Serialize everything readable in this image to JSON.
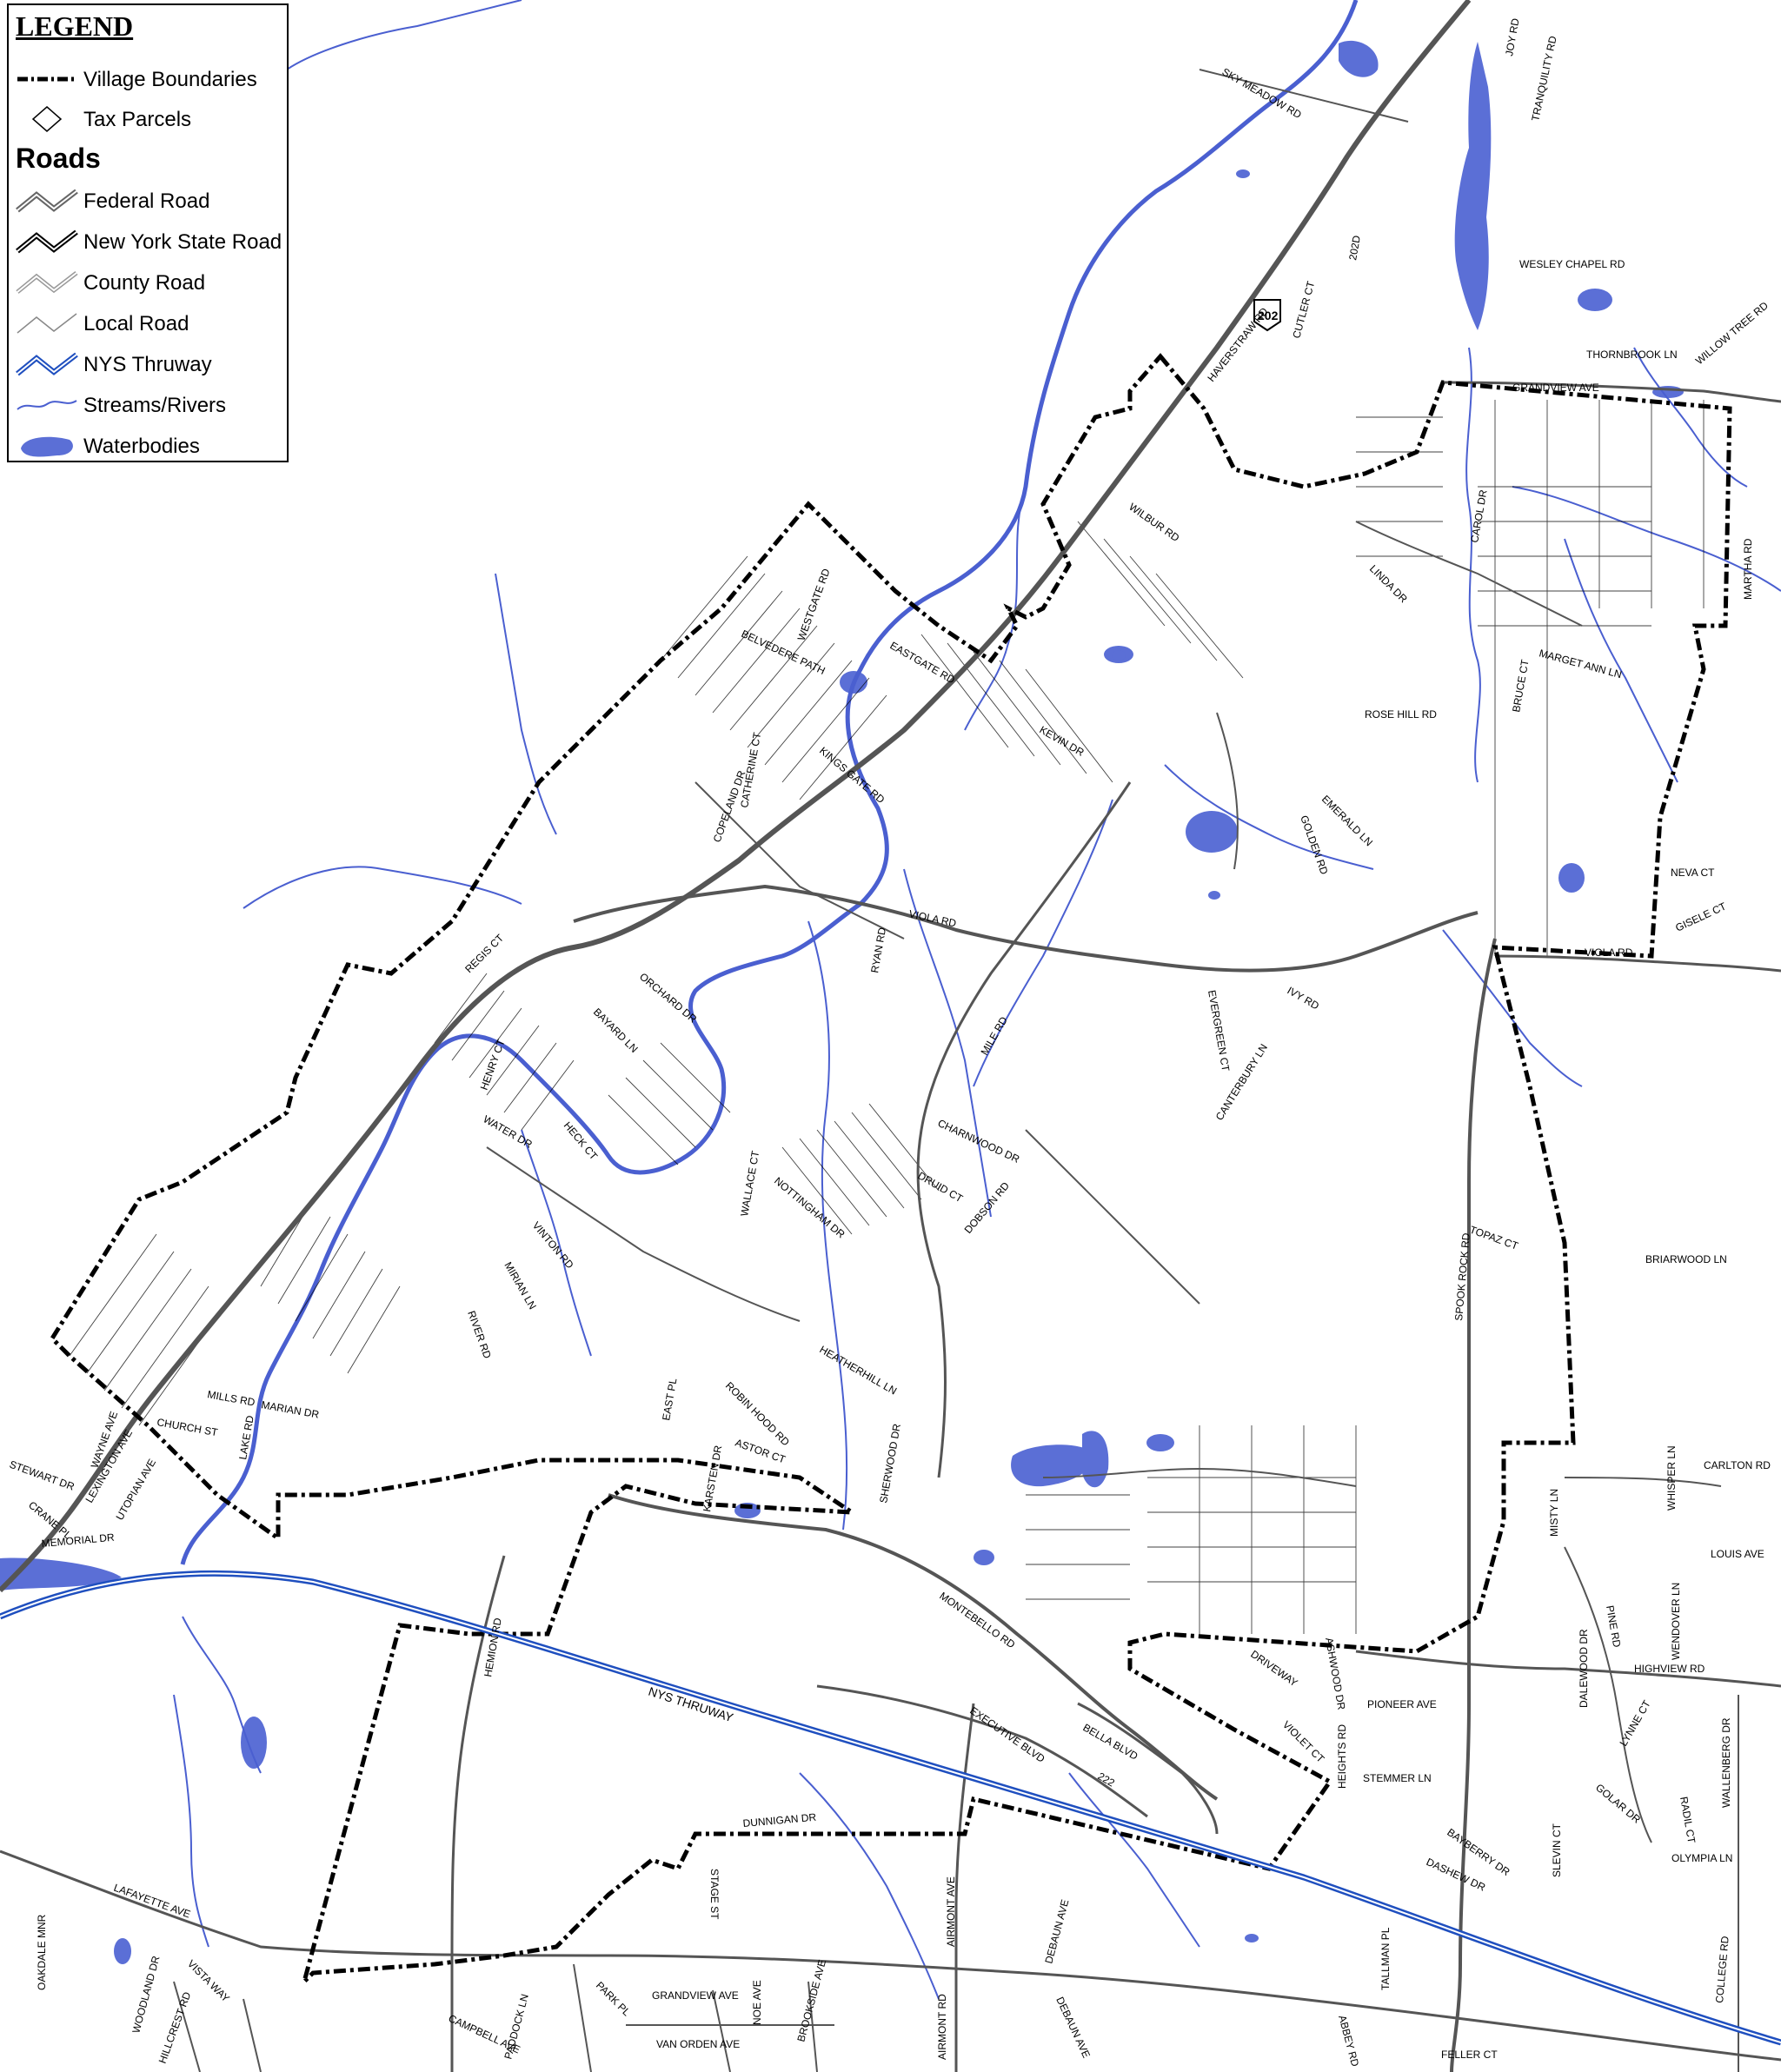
{
  "legend": {
    "title": "LEGEND",
    "roads_heading": "Roads",
    "items": [
      {
        "label": "Village Boundaries",
        "icon": "village-boundary-symbol"
      },
      {
        "label": "Tax Parcels",
        "icon": "tax-parcel-symbol"
      },
      {
        "label": "Federal Road",
        "icon": "federal-road-symbol"
      },
      {
        "label": "New York State Road",
        "icon": "state-road-symbol"
      },
      {
        "label": "County Road",
        "icon": "county-road-symbol"
      },
      {
        "label": "Local Road",
        "icon": "local-road-symbol"
      },
      {
        "label": "NYS Thruway",
        "icon": "thruway-symbol"
      },
      {
        "label": "Streams/Rivers",
        "icon": "stream-symbol"
      },
      {
        "label": "Waterbodies",
        "icon": "waterbody-symbol"
      }
    ]
  },
  "colors": {
    "water": "#5b6fd6",
    "stream": "#4a5fd0",
    "thruway": "#1f4fbf",
    "boundary": "#000000",
    "road": "#555555"
  },
  "route_shield": "202",
  "road_labels": {
    "haverstraw": "HAVERSTRAW RD",
    "r202d": "202D",
    "cutler": "CUTLER CT",
    "sky_meadow": "SKY MEADOW RD",
    "joy": "JOY RD",
    "tranquility": "TRANQUILITY RD",
    "wesley": "WESLEY CHAPEL RD",
    "thornbrook": "THORNBROOK LN",
    "willow_tree": "WILLOW TREE RD",
    "grandview_n": "GRANDVIEW AVE",
    "martha": "MARTHA RD",
    "wilbur": "WILBUR RD",
    "carol": "CAROL DR",
    "linda": "LINDA DR",
    "marget_ann": "MARGET ANN LN",
    "bruce": "BRUCE CT",
    "rose_hill": "ROSE HILL RD",
    "emerald": "EMERALD LN",
    "golden": "GOLDEN RD",
    "neva": "NEVA CT",
    "gisele": "GISELE CT",
    "viola_e": "VIOLA RD",
    "westgate": "WESTGATE RD",
    "belvedere": "BELVEDERE PATH",
    "eastgate": "EASTGATE RD",
    "kevin": "KEVIN DR",
    "catherine": "CATHERINE CT",
    "kings_gate": "KINGS GATE RD",
    "copeland": "COPELAND DR",
    "viola": "VIOLA RD",
    "regis": "REGIS CT",
    "orchard": "ORCHARD DR",
    "bayard": "BAYARD LN",
    "ryan": "RYAN RD",
    "evergreen": "EVERGREEN CT",
    "ivy": "IVY RD",
    "mile": "MILE RD",
    "canterbury": "CANTERBURY LN",
    "henry": "HENRY CT",
    "heck": "HECK CT",
    "water_dr": "WATER DR",
    "charnwood": "CHARNWOOD DR",
    "druid": "DRUID CT",
    "dobson": "DOBSON RD",
    "nottingham": "NOTTINGHAM DR",
    "wallace": "WALLACE CT",
    "vinton": "VINTON RD",
    "mirian": "MIRIAN LN",
    "river": "RIVER RD",
    "heatherhill": "HEATHERHILL LN",
    "robin_hood": "ROBIN HOOD RD",
    "east_pl": "EAST PL",
    "karsten": "KARSTEN DR",
    "astor": "ASTOR CT",
    "sherwood": "SHERWOOD DR",
    "mills": "MILLS RD",
    "marian": "MARIAN DR",
    "church": "CHURCH ST",
    "lake": "LAKE RD",
    "wayne": "WAYNE AVE",
    "lexington": "LEXINGTON AVE",
    "utopian": "UTOPIAN AVE",
    "stewart": "STEWART DR",
    "crane": "CRANE PL",
    "memorial": "MEMORIAL DR",
    "topaz": "TOPAZ CT",
    "briarwood": "BRIARWOOD LN",
    "spook_rock": "SPOOK ROCK RD",
    "misty": "MISTY LN",
    "whisper": "WHISPER LN",
    "carlton": "CARLTON RD",
    "louis": "LOUIS AVE",
    "pine": "PINE RD",
    "wendover": "WENDOVER LN",
    "highview": "HIGHVIEW RD",
    "dalewood": "DALEWOOD DR",
    "lynne": "LYNNE CT",
    "wallenberg": "WALLENBERG DR",
    "radil": "RADIL CT",
    "golar": "GOLAR DR",
    "olympia": "OLYMPIA LN",
    "slevin": "SLEVIN CT",
    "bayberry": "BAYBERRY DR",
    "dashew": "DASHEW DR",
    "stemmer": "STEMMER LN",
    "pioneer": "PIONEER AVE",
    "heights": "HEIGHTS RD",
    "violet": "VIOLET CT",
    "ashwood": "ASHWOOD DR",
    "montebello": "MONTEBELLO RD",
    "driveway": "DRIVEWAY",
    "executive": "EXECUTIVE BLVD",
    "bella": "BELLA BLVD",
    "r222": "222",
    "thruway": "NYS THRUWAY",
    "hemion": "HEMION RD",
    "dunnigan": "DUNNIGAN DR",
    "stage": "STAGE ST",
    "airmont_ave": "AIRMONT AVE",
    "debaun_ave": "DEBAUN AVE",
    "lafayette": "LAFAYETTE AVE",
    "oakdale": "OAKDALE MNR",
    "woodland": "WOODLAND DR",
    "vista": "VISTA WAY",
    "hillcrest": "HILLCREST RD",
    "campbell": "CAMPBELL AVE",
    "paddock": "PADDOCK LN",
    "park": "PARK PL",
    "grandview_s": "GRANDVIEW AVE",
    "noe": "NOE AVE",
    "brookside": "BROOKSIDE AVE",
    "van_orden": "VAN ORDEN AVE",
    "airmont_rd": "AIRMONT RD",
    "debaun_s": "DEBAUN AVE",
    "tallman": "TALLMAN PL",
    "abbey": "ABBEY RD",
    "feller": "FELLER CT",
    "college": "COLLEGE RD"
  }
}
